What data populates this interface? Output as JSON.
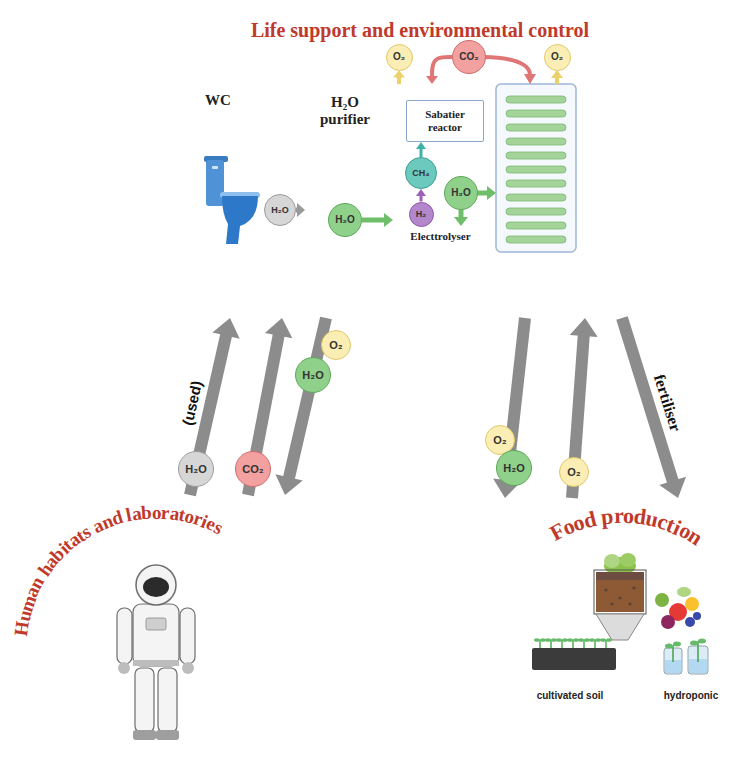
{
  "diagram": {
    "nodes": [
      {
        "text": [
          "Life support and environmental control"
        ]
      },
      {
        "text": [
          "WC"
        ],
        "in": 0
      },
      {
        "text": [
          "H₂O"
        ],
        "in": 0
      },
      {
        "text": [
          "H₂O purifier"
        ],
        "in": 0
      },
      {
        "text": [
          "H₂O"
        ],
        "in": 3
      },
      {
        "text": [
          "Electtrolyser"
        ],
        "in": 0
      },
      {
        "text": [
          "Sabatier reactor"
        ],
        "in": 5
      },
      {
        "text": [
          "CH₄"
        ],
        "in": 5
      },
      {
        "text": [
          "H₂"
        ],
        "in": 5
      },
      {
        "text": [
          "H₂O"
        ],
        "in": 5
      },
      {
        "text": [
          "O₂"
        ],
        "in": 0
      },
      {
        "text": [
          "CO₂"
        ],
        "in": 0
      },
      {
        "text": [
          "O₂"
        ],
        "in": 0
      },
      {
        "text": [
          "Human habitats and laboratories"
        ]
      },
      {
        "text": [
          "Food production",
          "cultivated soil",
          "hydroponic"
        ]
      },
      {
        "text": [
          "H₂O"
        ]
      },
      {
        "text": [
          "CO₂"
        ]
      },
      {
        "text": [
          "O₂"
        ]
      },
      {
        "text": [
          "H₂O"
        ]
      },
      {
        "text": [
          "O₂"
        ]
      },
      {
        "text": [
          "H₂O"
        ]
      },
      {
        "text": [
          "O₂"
        ]
      }
    ],
    "edges": [
      {
        "from": 2,
        "to": 3,
        "arrow": "to"
      },
      {
        "from": 4,
        "to": 5,
        "arrow": "to"
      },
      {
        "from": 8,
        "to": 7,
        "arrow": "to"
      },
      {
        "from": 7,
        "to": 6,
        "arrow": "to"
      },
      {
        "from": 5,
        "to": 10,
        "arrow": "to"
      },
      {
        "from": 11,
        "to": 5,
        "arrow": "to"
      },
      {
        "from": 13,
        "to": 0,
        "label": "(used)",
        "arrow": "to"
      },
      {
        "from": 13,
        "to": 0,
        "arrow": "to"
      },
      {
        "from": 0,
        "to": 13,
        "arrow": "to"
      },
      {
        "from": 0,
        "to": 14,
        "arrow": "to"
      },
      {
        "from": 14,
        "to": 0,
        "arrow": "to"
      },
      {
        "from": 0,
        "to": 14,
        "label": "fertiliser",
        "arrow": "to"
      }
    ]
  }
}
